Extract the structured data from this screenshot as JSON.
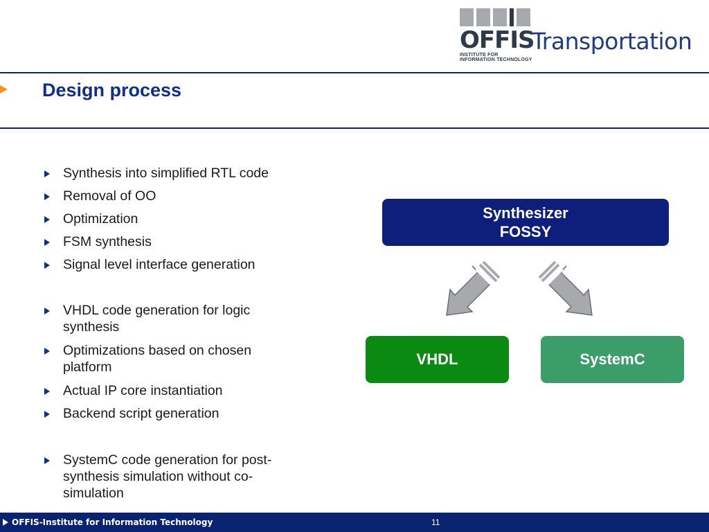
{
  "logo": {
    "brand": "OFFIS",
    "division": "Transportation",
    "institute_line1": "INSTITUTE FOR",
    "institute_line2": "INFORMATION TECHNOLOGY"
  },
  "slide": {
    "title": "Design process",
    "bullets": [
      "Synthesis into simplified RTL code",
      "Removal of OO",
      "Optimization",
      "FSM synthesis",
      "Signal level interface generation",
      "VHDL code generation for logic synthesis",
      "Optimizations based on chosen platform",
      "Actual IP core instantiation",
      "Backend script generation",
      "SystemC code generation for post-synthesis simulation without co-simulation"
    ]
  },
  "diagram": {
    "synth_line1": "Synthesizer",
    "synth_line2": "FOSSY",
    "out_left": "VHDL",
    "out_right": "SystemC",
    "colors": {
      "synthesizer": "#0d1f7a",
      "vhdl": "#0a8a10",
      "systemc": "#3a9d6a",
      "arrow": "#a7a9ac"
    }
  },
  "footer": {
    "organization": "OFFIS-Institute for Information Technology",
    "page_number": "11"
  },
  "colors": {
    "navy": "#0a2370",
    "title": "#0f2d8c",
    "accent": "#f5921e"
  }
}
